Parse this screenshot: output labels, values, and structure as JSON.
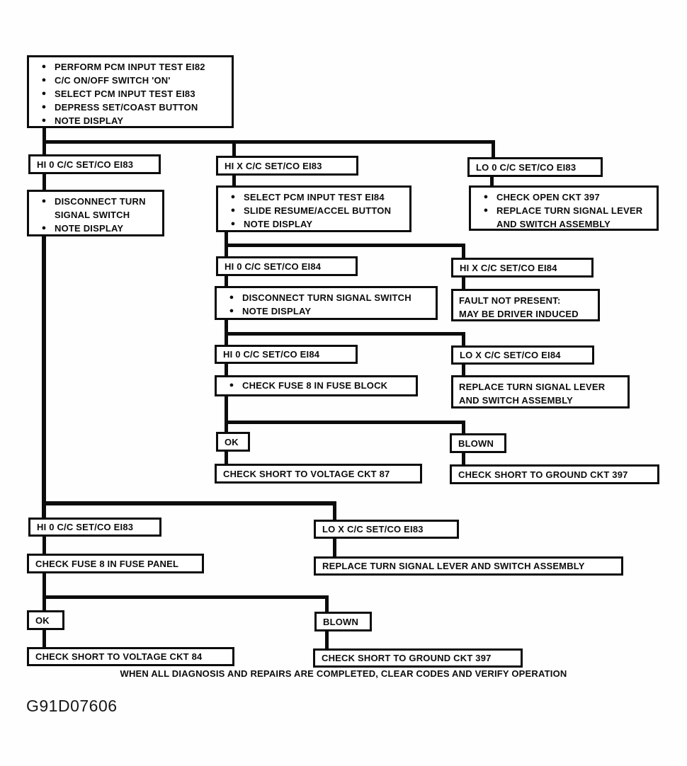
{
  "diagram": {
    "nodes": {
      "start": {
        "bullets": [
          "PERFORM PCM INPUT TEST EI82",
          "C/C ON/OFF SWITCH 'ON'",
          "SELECT PCM INPUT TEST EI83",
          "DEPRESS SET/COAST BUTTON",
          "NOTE DISPLAY"
        ]
      },
      "hi0_e183_a": {
        "label": "HI 0 C/C SET/CO EI83"
      },
      "hix_e183": {
        "label": "HI X C/C SET/CO EI83"
      },
      "lo0_e183": {
        "label": "LO 0 C/C SET/CO EI83"
      },
      "disc_turn_a": {
        "bullets": [
          "DISCONNECT TURN SIGNAL SWITCH",
          "NOTE DISPLAY"
        ]
      },
      "select_e184": {
        "bullets": [
          "SELECT PCM INPUT TEST EI84",
          "SLIDE RESUME/ACCEL BUTTON",
          "NOTE DISPLAY"
        ]
      },
      "check_open": {
        "bullets": [
          "CHECK OPEN CKT 397",
          "REPLACE TURN SIGNAL LEVER AND SWITCH ASSEMBLY"
        ]
      },
      "hi0_e184_a": {
        "label": "HI 0 C/C SET/CO EI84"
      },
      "hix_e184": {
        "label": "HI X C/C SET/CO EI84"
      },
      "disc_turn_b": {
        "bullets": [
          "DISCONNECT TURN SIGNAL SWITCH",
          "NOTE DISPLAY"
        ]
      },
      "fault_not": {
        "lines": [
          "FAULT NOT PRESENT:",
          "MAY BE DRIVER INDUCED"
        ]
      },
      "hi0_e184_b": {
        "label": "HI 0 C/C SET/CO EI84"
      },
      "lox_e184": {
        "label": "LO X C/C SET/CO EI84"
      },
      "check_fuse_block": {
        "bullets": [
          "CHECK FUSE 8 IN FUSE BLOCK"
        ]
      },
      "replace_lever_a": {
        "lines": [
          "REPLACE TURN SIGNAL LEVER",
          "AND SWITCH ASSEMBLY"
        ]
      },
      "ok_a": {
        "label": "OK"
      },
      "blown_a": {
        "label": "BLOWN"
      },
      "check_volt_87": {
        "label": "CHECK SHORT TO VOLTAGE CKT 87"
      },
      "check_gnd_a": {
        "label": "CHECK SHORT TO GROUND CKT 397"
      },
      "hi0_e183_b": {
        "label": "HI 0 C/C SET/CO EI83"
      },
      "lox_e183": {
        "label": "LO X C/C SET/CO EI83"
      },
      "check_fuse_panel": {
        "label": "CHECK FUSE 8 IN FUSE PANEL"
      },
      "replace_lever_b": {
        "label": "REPLACE TURN SIGNAL LEVER AND SWITCH ASSEMBLY"
      },
      "ok_b": {
        "label": "OK"
      },
      "blown_b": {
        "label": "BLOWN"
      },
      "check_volt_84": {
        "label": "CHECK SHORT TO VOLTAGE CKT 84"
      },
      "check_gnd_b": {
        "label": "CHECK SHORT TO GROUND CKT 397"
      }
    },
    "footer_note": "WHEN ALL DIAGNOSIS AND REPAIRS ARE COMPLETED, CLEAR CODES AND VERIFY OPERATION",
    "figure_id": "G91D07606",
    "ink_color": "#0c0c0c",
    "bullet_glyph": "●"
  }
}
